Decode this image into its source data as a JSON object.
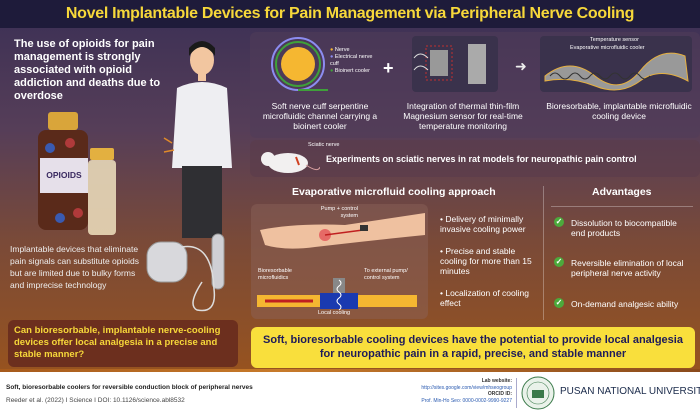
{
  "title": "Novel Implantable Devices for Pain Management via Peripheral Nerve Cooling",
  "left": {
    "intro": "The use of opioids for pain management is strongly associated with opioid addiction and deaths due to overdose",
    "bottle_label": "OPIOIDS",
    "implant_text": "Implantable devices that eliminate pain signals can substitute opioids but are limited due to bulky forms and imprecise technology",
    "question": "Can bioresorbable, implantable nerve-cooling devices offer local analgesia in a precise and stable manner?"
  },
  "top": {
    "legend": [
      "Nerve",
      "Electrical nerve cuff",
      "Bioinert cooler"
    ],
    "legend_colors": [
      "#f5b731",
      "#8c8cf0",
      "#3fa03a"
    ],
    "cap1": "Soft nerve cuff serpentine microfluidic channel carrying a bioinert cooler",
    "cap2": "Integration of thermal thin-film Magnesium sensor for real-time temperature monitoring",
    "cap3": "Bioresorbable, implantable microfluidic cooling device",
    "temp_sensor": "Temperature sensor",
    "evap_cooler": "Evaporative microfluidic cooler",
    "plus": "+"
  },
  "rat": {
    "label": "Sciatic nerve",
    "text": "Experiments on sciatic nerves in rat models for neuropathic pain control"
  },
  "approach": {
    "title": "Evaporative microfluid cooling approach",
    "pump": "Pump + control system",
    "bioresorbable": "Bioresorbable microfluidics",
    "external": "To external pump/ control system",
    "local": "Local cooling",
    "bullets": [
      "Delivery of minimally invasive cooling power",
      "Precise and stable cooling for more than 15 minutes",
      "Localization of cooling effect"
    ]
  },
  "advantages": {
    "title": "Advantages",
    "items": [
      "Dissolution to biocompatible end products",
      "Reversible elimination of local peripheral nerve activity",
      "On-demand analgesic ability"
    ]
  },
  "conclusion": "Soft, bioresorbable cooling devices have the potential to provide local analgesia for neuropathic pain in a rapid, precise, and stable manner",
  "footer": {
    "paper_title": "Soft, bioresorbable coolers for reversible conduction block of peripheral nerves",
    "citation": "Reeder et al. (2022)  I  Science  I  DOI: 10.1126/science.abl8532",
    "lab_label": "Lab website:",
    "lab_url": "http://sites.google.com/view/mhseogroup",
    "orcid_label": "ORCID ID:",
    "orcid": "Prof. Min-Ho Seo: 0000-0002-9990-9227",
    "university": "PUSAN NATIONAL UNIVERSITY"
  }
}
